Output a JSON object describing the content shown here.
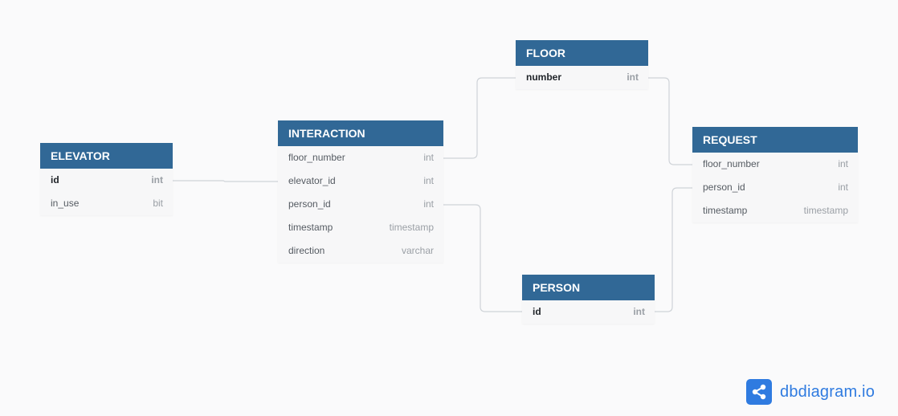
{
  "tables": {
    "elevator": {
      "name": "ELEVATOR",
      "fields": [
        {
          "name": "id",
          "type": "int"
        },
        {
          "name": "in_use",
          "type": "bit"
        }
      ]
    },
    "interaction": {
      "name": "INTERACTION",
      "fields": [
        {
          "name": "floor_number",
          "type": "int"
        },
        {
          "name": "elevator_id",
          "type": "int"
        },
        {
          "name": "person_id",
          "type": "int"
        },
        {
          "name": "timestamp",
          "type": "timestamp"
        },
        {
          "name": "direction",
          "type": "varchar"
        }
      ]
    },
    "floor": {
      "name": "FLOOR",
      "fields": [
        {
          "name": "number",
          "type": "int"
        }
      ]
    },
    "request": {
      "name": "REQUEST",
      "fields": [
        {
          "name": "floor_number",
          "type": "int"
        },
        {
          "name": "person_id",
          "type": "int"
        },
        {
          "name": "timestamp",
          "type": "timestamp"
        }
      ]
    },
    "person": {
      "name": "PERSON",
      "fields": [
        {
          "name": "id",
          "type": "int"
        }
      ]
    }
  },
  "relationships": [
    {
      "from": "ELEVATOR.id",
      "to": "INTERACTION.elevator_id"
    },
    {
      "from": "INTERACTION.floor_number",
      "to": "FLOOR.number"
    },
    {
      "from": "INTERACTION.person_id",
      "to": "PERSON.id"
    },
    {
      "from": "FLOOR.number",
      "to": "REQUEST.floor_number"
    },
    {
      "from": "PERSON.id",
      "to": "REQUEST.person_id"
    }
  ],
  "brand": {
    "text": "dbdiagram.io",
    "icon": "share-nodes-icon",
    "color": "#2f7be0"
  },
  "colors": {
    "header": "#316896",
    "background": "#fafafb",
    "link": "#cfd3d8"
  }
}
